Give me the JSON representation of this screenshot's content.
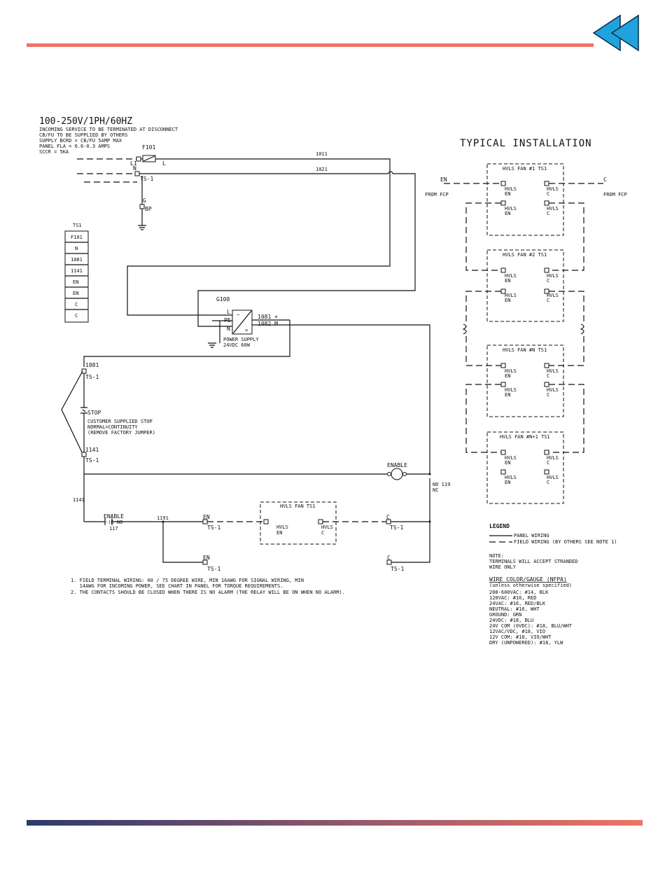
{
  "header": {
    "bar_color": "#ef7467",
    "icon_color": "#1fa3dc",
    "icon": "double-chevron-left-icon"
  },
  "footer": {
    "gradient_start": "#2b3a6d",
    "gradient_end": "#ef7467"
  },
  "power": {
    "title": "100-250V/1PH/60HZ",
    "notes": [
      "INCOMING SERVICE TO BE TERMINATED AT DISCONNECT",
      "CB/FU TO BE SUPPLIED BY OTHERS",
      "SUPPLY BCRD = CB/FU 5AMP MAX",
      "PANEL FLA = 0.6-0.3 AMPS",
      "SCCR = 5KA"
    ],
    "fuse": "F101",
    "l1": "L1",
    "l": "L",
    "n": "N",
    "ts1": "TS-1",
    "g": "G",
    "bp": "BP",
    "wire_1011": "1011",
    "wire_1021": "1021"
  },
  "ts1_table": {
    "title": "TS1",
    "rows": [
      "F101",
      "N",
      "1081",
      "1141",
      "EN",
      "EN",
      "C",
      "C"
    ]
  },
  "power_supply": {
    "id": "G108",
    "l": "L",
    "pe": "PE",
    "n": "N",
    "plus": "+",
    "minus": "-",
    "out_pos": "1081 +",
    "out_neg": "1082 M",
    "label1": "POWER SUPPLY",
    "label2": "24VDC 60W"
  },
  "stop": {
    "wire_top": "1081",
    "ts_top": "TS-1",
    "label": "STOP",
    "note1": "CUSTOMER SUPPLIED STOP",
    "note2": "NORMAL=CONTINUITY",
    "note3": "(REMOVE FACTORY JUMPER)",
    "wire_bottom": "1141",
    "ts_bottom": "TS-1"
  },
  "enable": {
    "coil_label": "ENABLE",
    "no119": "NO 119",
    "nc": "NC",
    "wire_1141": "1141",
    "contact_label": "ENABLE",
    "contact_sub": "-(R NO",
    "contact_num": "117",
    "wire_1191": "1191",
    "en": "EN",
    "c": "C",
    "ts": "TS-1",
    "fan_title": "HVLS FAN TS1",
    "hvls": "HVLS"
  },
  "notes": [
    "1. FIELD TERMINAL WIRING: 60 / 75 DEGREE WIRE, MIN 16AWG FOR SIGNAL WIRING, MIN",
    "   14AWG FOR INCOMING POWER, SEE CHART IN PANEL FOR TORQUE REQUIREMENTS.",
    "2. THE CONTACTS SHOULD BE CLOSED WHEN THERE IS NO ALARM (THE RELAY WILL BE ON WHEN NO ALARM)."
  ],
  "typical": {
    "title": "TYPICAL  INSTALLATION",
    "en": "EN",
    "c": "C",
    "from_fcp": "FROM FCP",
    "fans": [
      "HVLS FAN #1 TS1",
      "HVLS FAN #2 TS1",
      "HVLS FAN #N TS1",
      "HVLS FAN #N+1 TS1"
    ],
    "hvls": "HVLS"
  },
  "legend": {
    "title": "LEGEND",
    "panel_wiring": "PANEL WIRING",
    "field_wiring": "FIELD WIRING (BY OTHERS SEE NOTE 1)",
    "note_title": "NOTE:",
    "note_lines": [
      "TERMINALS WILL ACCEPT STRANDED",
      "WIRE ONLY"
    ],
    "wire_title": "WIRE COLOR/GAUGE (NFPA)",
    "wire_sub": "(unless otherwise specified)",
    "wire_lines": [
      "208-600VAC: #14, BLK",
      "120VAC: #16, RED",
      "24VAC: #16, RED/BLK",
      "NEUTRAL: #16, WHT",
      "GROUND: GRN",
      "24VDC: #18, BLU",
      "24V COM (0VDC): #18, BLU/WHT",
      "12VAC/VDC, #18, VIO",
      "12V COM: #18, VIO/WHT",
      "DRY (UNPOWERED): #18, YLW"
    ]
  }
}
